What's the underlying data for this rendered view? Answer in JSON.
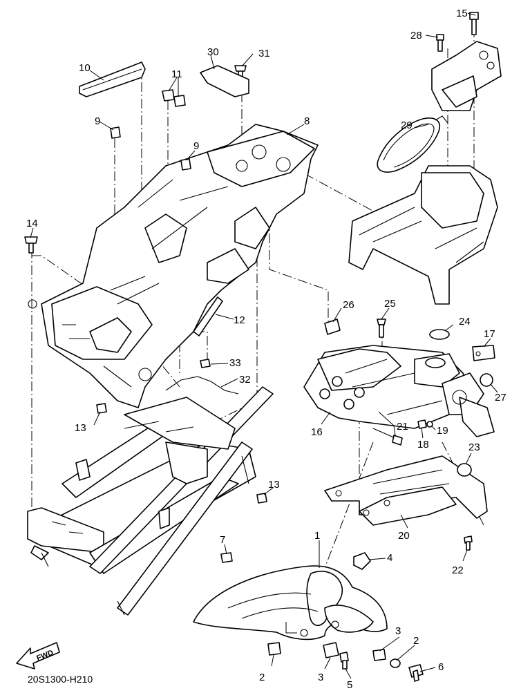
{
  "drawing_code": "20S1300-H210",
  "fwd_label": "FWD",
  "callouts": [
    {
      "id": "1",
      "label": "1"
    },
    {
      "id": "2a",
      "label": "2"
    },
    {
      "id": "2b",
      "label": "2"
    },
    {
      "id": "3a",
      "label": "3"
    },
    {
      "id": "3b",
      "label": "3"
    },
    {
      "id": "4",
      "label": "4"
    },
    {
      "id": "5",
      "label": "5"
    },
    {
      "id": "6",
      "label": "6"
    },
    {
      "id": "7",
      "label": "7"
    },
    {
      "id": "8",
      "label": "8"
    },
    {
      "id": "9a",
      "label": "9"
    },
    {
      "id": "9b",
      "label": "9"
    },
    {
      "id": "10",
      "label": "10"
    },
    {
      "id": "11",
      "label": "11"
    },
    {
      "id": "12",
      "label": "12"
    },
    {
      "id": "13a",
      "label": "13"
    },
    {
      "id": "13b",
      "label": "13"
    },
    {
      "id": "14",
      "label": "14"
    },
    {
      "id": "15",
      "label": "15"
    },
    {
      "id": "16",
      "label": "16"
    },
    {
      "id": "17",
      "label": "17"
    },
    {
      "id": "18",
      "label": "18"
    },
    {
      "id": "19",
      "label": "19"
    },
    {
      "id": "20",
      "label": "20"
    },
    {
      "id": "21",
      "label": "21"
    },
    {
      "id": "22",
      "label": "22"
    },
    {
      "id": "23",
      "label": "23"
    },
    {
      "id": "24",
      "label": "24"
    },
    {
      "id": "25",
      "label": "25"
    },
    {
      "id": "26",
      "label": "26"
    },
    {
      "id": "27",
      "label": "27"
    },
    {
      "id": "28",
      "label": "28"
    },
    {
      "id": "29",
      "label": "29"
    },
    {
      "id": "30",
      "label": "30"
    },
    {
      "id": "31",
      "label": "31"
    },
    {
      "id": "32",
      "label": "32"
    },
    {
      "id": "33",
      "label": "33"
    }
  ]
}
